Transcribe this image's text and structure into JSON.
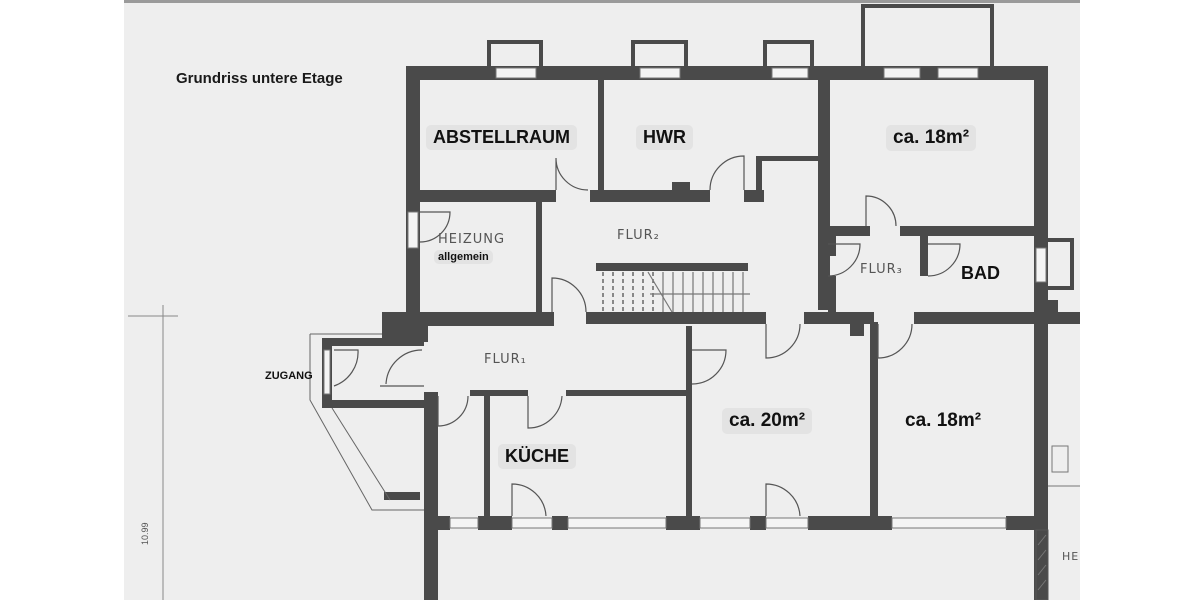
{
  "title": "Grundriss untere Etage",
  "rooms": [
    {
      "id": "abstellraum",
      "label": "ABSTELLRAUM"
    },
    {
      "id": "hwr",
      "label": "HWR"
    },
    {
      "id": "room-top-right",
      "label": "ca. 18m²"
    },
    {
      "id": "heizung",
      "label": "HEIZUNG",
      "sublabel": "allgemein"
    },
    {
      "id": "flur2",
      "label": "FLUR₂"
    },
    {
      "id": "flur3",
      "label": "FLUR₃"
    },
    {
      "id": "bad",
      "label": "BAD"
    },
    {
      "id": "flur1",
      "label": "FLUR₁"
    },
    {
      "id": "kueche",
      "label": "KÜCHE"
    },
    {
      "id": "room-middle",
      "label": "ca. 20m²"
    },
    {
      "id": "room-bottom-right",
      "label": "ca. 18m²"
    }
  ],
  "entrance": {
    "label": "ZUGANG"
  },
  "dimension": {
    "label": "10.99"
  },
  "edge_text": {
    "label": "HE"
  },
  "colors": {
    "wall": "#4a4a4a",
    "paper": "#eeeeee",
    "label_bg": "#e3e3e3",
    "text": "#111111"
  }
}
